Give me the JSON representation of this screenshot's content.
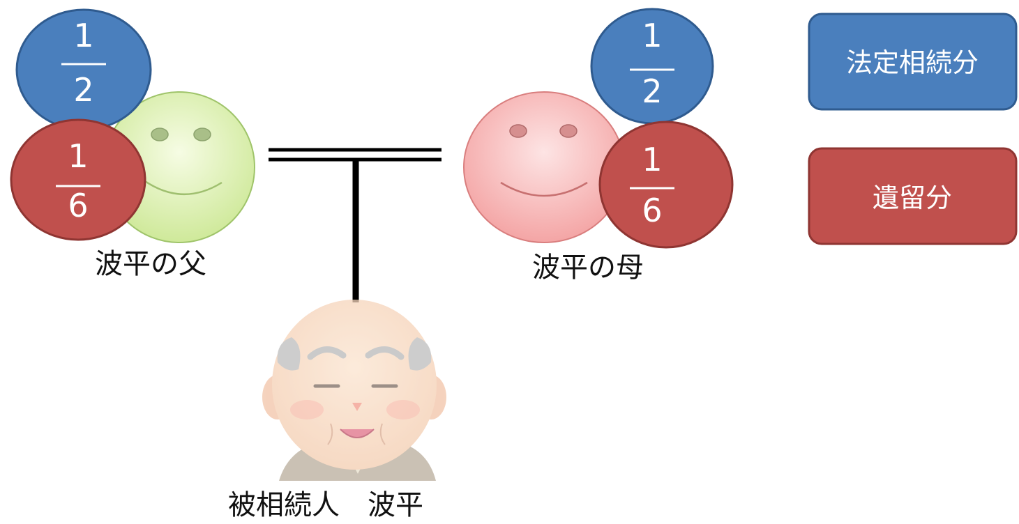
{
  "colors": {
    "legal_share": "#4a7fbd",
    "reserved_share": "#c0504d",
    "father_face": "#d4ef9c",
    "mother_face": "#f7b0b0"
  },
  "people": {
    "father": {
      "label": "波平の父",
      "legal_share": {
        "numerator": "1",
        "denominator": "2"
      },
      "reserved_share": {
        "numerator": "1",
        "denominator": "6"
      }
    },
    "mother": {
      "label": "波平の母",
      "legal_share": {
        "numerator": "1",
        "denominator": "2"
      },
      "reserved_share": {
        "numerator": "1",
        "denominator": "6"
      }
    },
    "deceased": {
      "label": "被相続人　波平"
    }
  },
  "legend": {
    "legal_share_label": "法定相続分",
    "reserved_share_label": "遺留分"
  }
}
